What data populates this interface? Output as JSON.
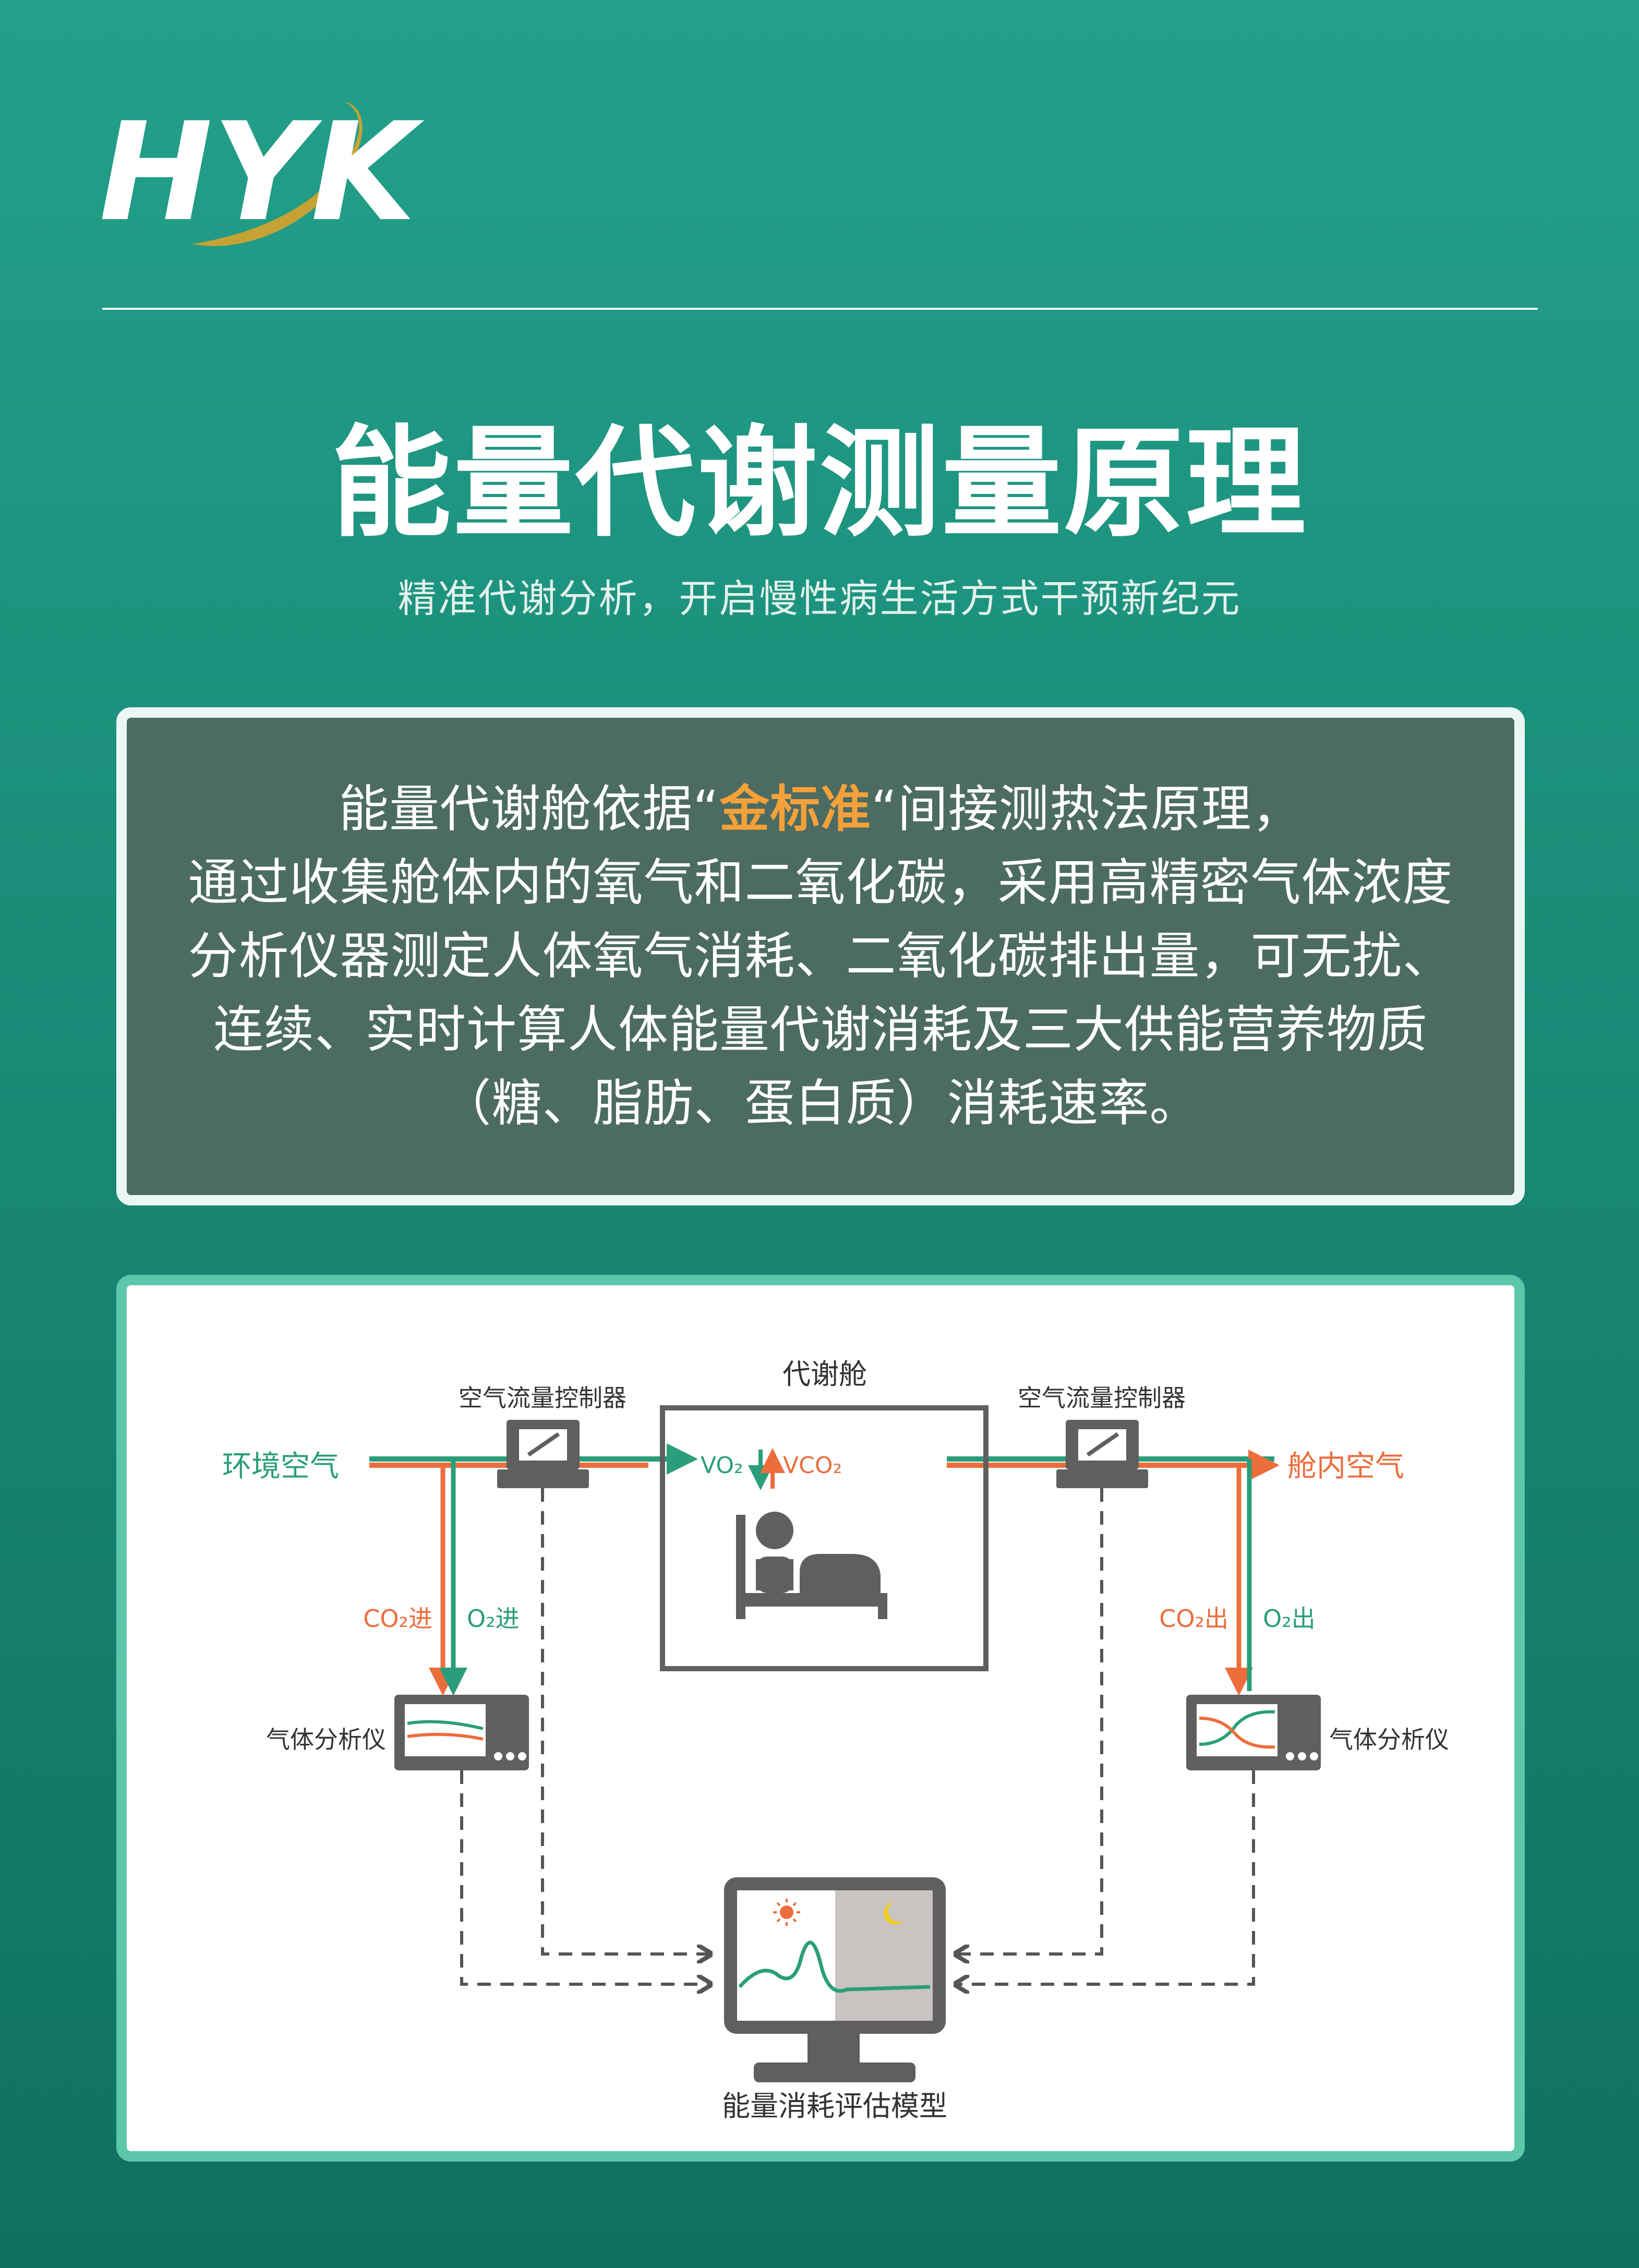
{
  "brand": {
    "logo_text": "HYK"
  },
  "header": {
    "title": "能量代谢测量原理",
    "subtitle": "精准代谢分析，开启慢性病生活方式干预新纪元"
  },
  "principle": {
    "line1_pre": "能量代谢舱依据“",
    "line1_highlight": "金标准",
    "line1_post": "“间接测热法原理，",
    "line2": "通过收集舱体内的氧气和二氧化碳，采用高精密气体浓度",
    "line3": "分析仪器测定人体氧气消耗、二氧化碳排出量，可无扰、",
    "line4": "连续、实时计算人体能量代谢消耗及三大供能营养物质",
    "line5": "（糖、脂肪、蛋白质）消耗速率。"
  },
  "diagram": {
    "chamber_label": "代谢舱",
    "flow_controller_left": "空气流量控制器",
    "flow_controller_right": "空气流量控制器",
    "ambient_air": "环境空气",
    "cabin_air": "舱内空气",
    "vo2": "VO₂",
    "vco2": "VCO₂",
    "co2_in": "CO₂进",
    "o2_in": "O₂进",
    "co2_out": "CO₂出",
    "o2_out": "O₂出",
    "gas_analyzer_left": "气体分析仪",
    "gas_analyzer_right": "气体分析仪",
    "model_label": "能量消耗评估模型"
  },
  "colors": {
    "green": "#2a9e7a",
    "orange": "#ec6d3c",
    "gray": "#5f5f5f",
    "highlight": "#f5a13a",
    "moon": "#f2cc1b"
  }
}
